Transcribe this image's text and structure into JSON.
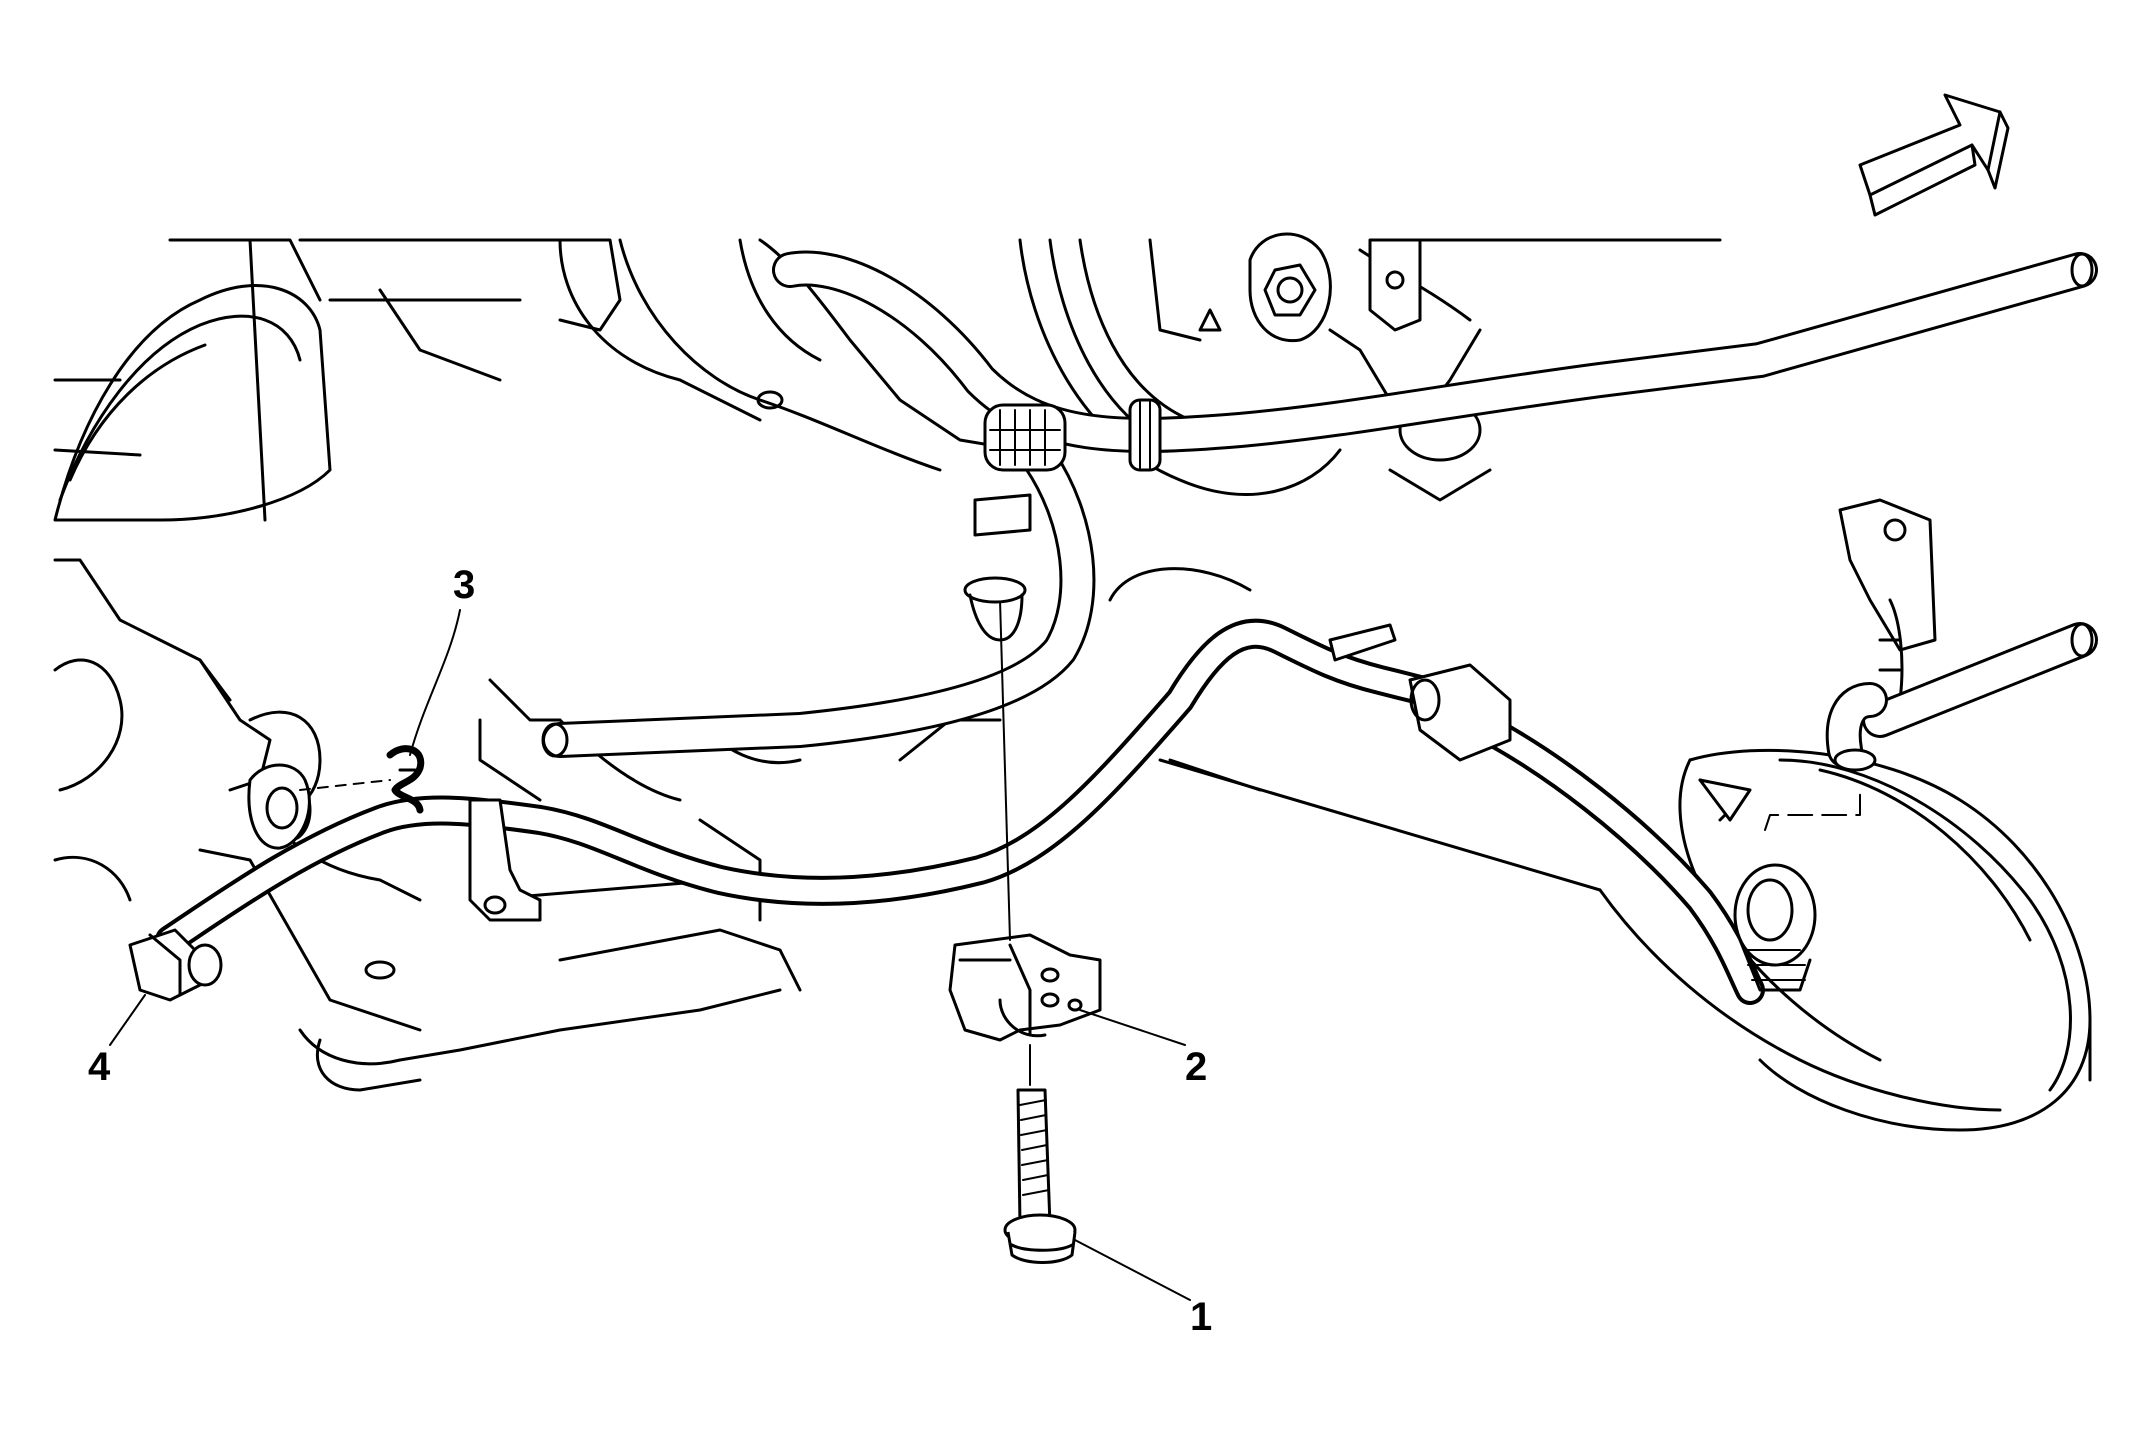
{
  "callouts": {
    "c1": "1",
    "c2": "2",
    "c3": "3",
    "c4": "4"
  },
  "colors": {
    "line": "#000000",
    "background": "#ffffff"
  },
  "icons": {
    "direction": "forward-arrow-icon"
  }
}
